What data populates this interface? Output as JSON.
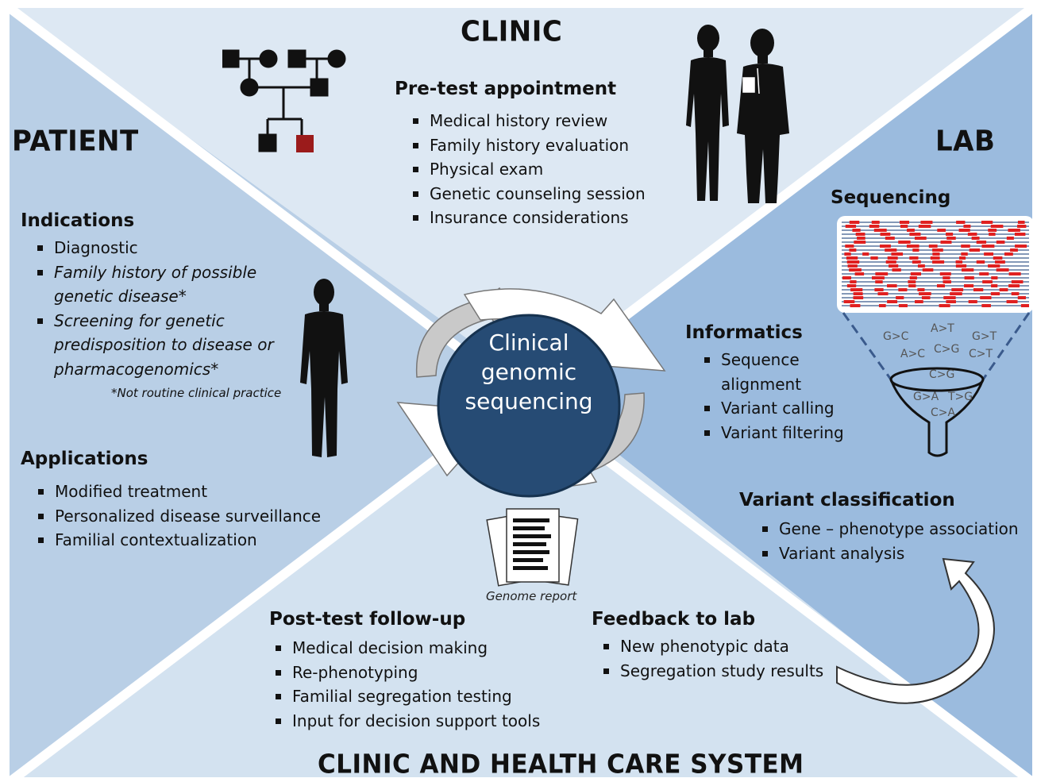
{
  "quadrants": {
    "clinic": {
      "title": "CLINIC",
      "section_heading": "Pre-test appointment",
      "items": [
        "Medical history review",
        "Family history evaluation",
        "Physical exam",
        "Genetic counseling session",
        "Insurance considerations"
      ]
    },
    "patient": {
      "title": "PATIENT",
      "indications_heading": "Indications",
      "indications": [
        {
          "text": "Diagnostic",
          "italic": false
        },
        {
          "text": "Family history of possible genetic disease*",
          "italic": true
        },
        {
          "text": "Screening for genetic predisposition to disease or pharmacogenomics*",
          "italic": true
        }
      ],
      "footnote": "*Not routine clinical practice",
      "applications_heading": "Applications",
      "applications": [
        "Modified treatment",
        "Personalized disease surveillance",
        "Familial contextualization"
      ]
    },
    "lab": {
      "title": "LAB",
      "sequencing_heading": "Sequencing",
      "informatics_heading": "Informatics",
      "informatics_items": [
        "Sequence alignment",
        "Variant calling",
        "Variant filtering"
      ],
      "variant_classification_heading": "Variant classification",
      "variant_classification_items": [
        "Gene – phenotype association",
        "Variant analysis"
      ],
      "funnel_variants": [
        "G>C",
        "A>T",
        "G>T",
        "A>C",
        "C>G",
        "C>T",
        "C>G",
        "G>A",
        "T>G",
        "C>A"
      ]
    },
    "health_system": {
      "title": "CLINIC AND HEALTH CARE SYSTEM",
      "post_test_heading": "Post-test follow-up",
      "post_test_items": [
        "Medical decision making",
        "Re-phenotyping",
        "Familial segregation testing",
        "Input for decision support tools"
      ],
      "feedback_heading": "Feedback to lab",
      "feedback_items": [
        "New phenotypic data",
        "Segregation study results"
      ],
      "report_caption": "Genome report"
    }
  },
  "center": {
    "label_lines": [
      "Clinical",
      "genomic",
      "sequencing"
    ]
  },
  "colors": {
    "top_quadrant": "#dde8f3",
    "left_quadrant": "#b9cfe6",
    "right_quadrant": "#9bbbde",
    "bottom_quadrant": "#d3e2f0",
    "center_circle": "#264b74",
    "affected_red": "#9b1b1b",
    "read_red": "#e02020",
    "read_blue": "#3a5a8c"
  }
}
